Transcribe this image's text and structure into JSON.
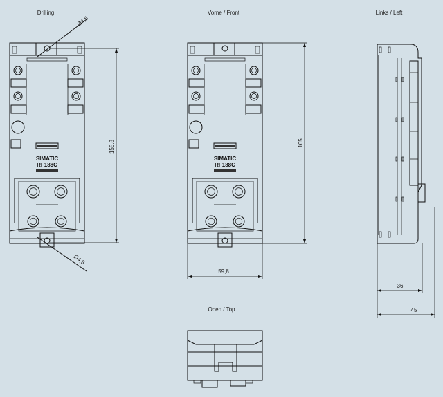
{
  "views": {
    "drilling": {
      "title": "Drilling",
      "hole_top": "Ø4,5",
      "hole_bottom": "Ø4,5",
      "height_dim": "155,8"
    },
    "front": {
      "title": "Vorne / Front",
      "height_dim": "165",
      "width_dim": "59,8"
    },
    "left": {
      "title": "Links / Left",
      "depth_dim_inner": "36",
      "depth_dim_outer": "45"
    },
    "top": {
      "title": "Oben / Top"
    }
  },
  "device": {
    "brand": "SIMATIC",
    "model": "RF188C"
  },
  "colors": {
    "background": "#d4e0e7",
    "line": "#111111"
  }
}
